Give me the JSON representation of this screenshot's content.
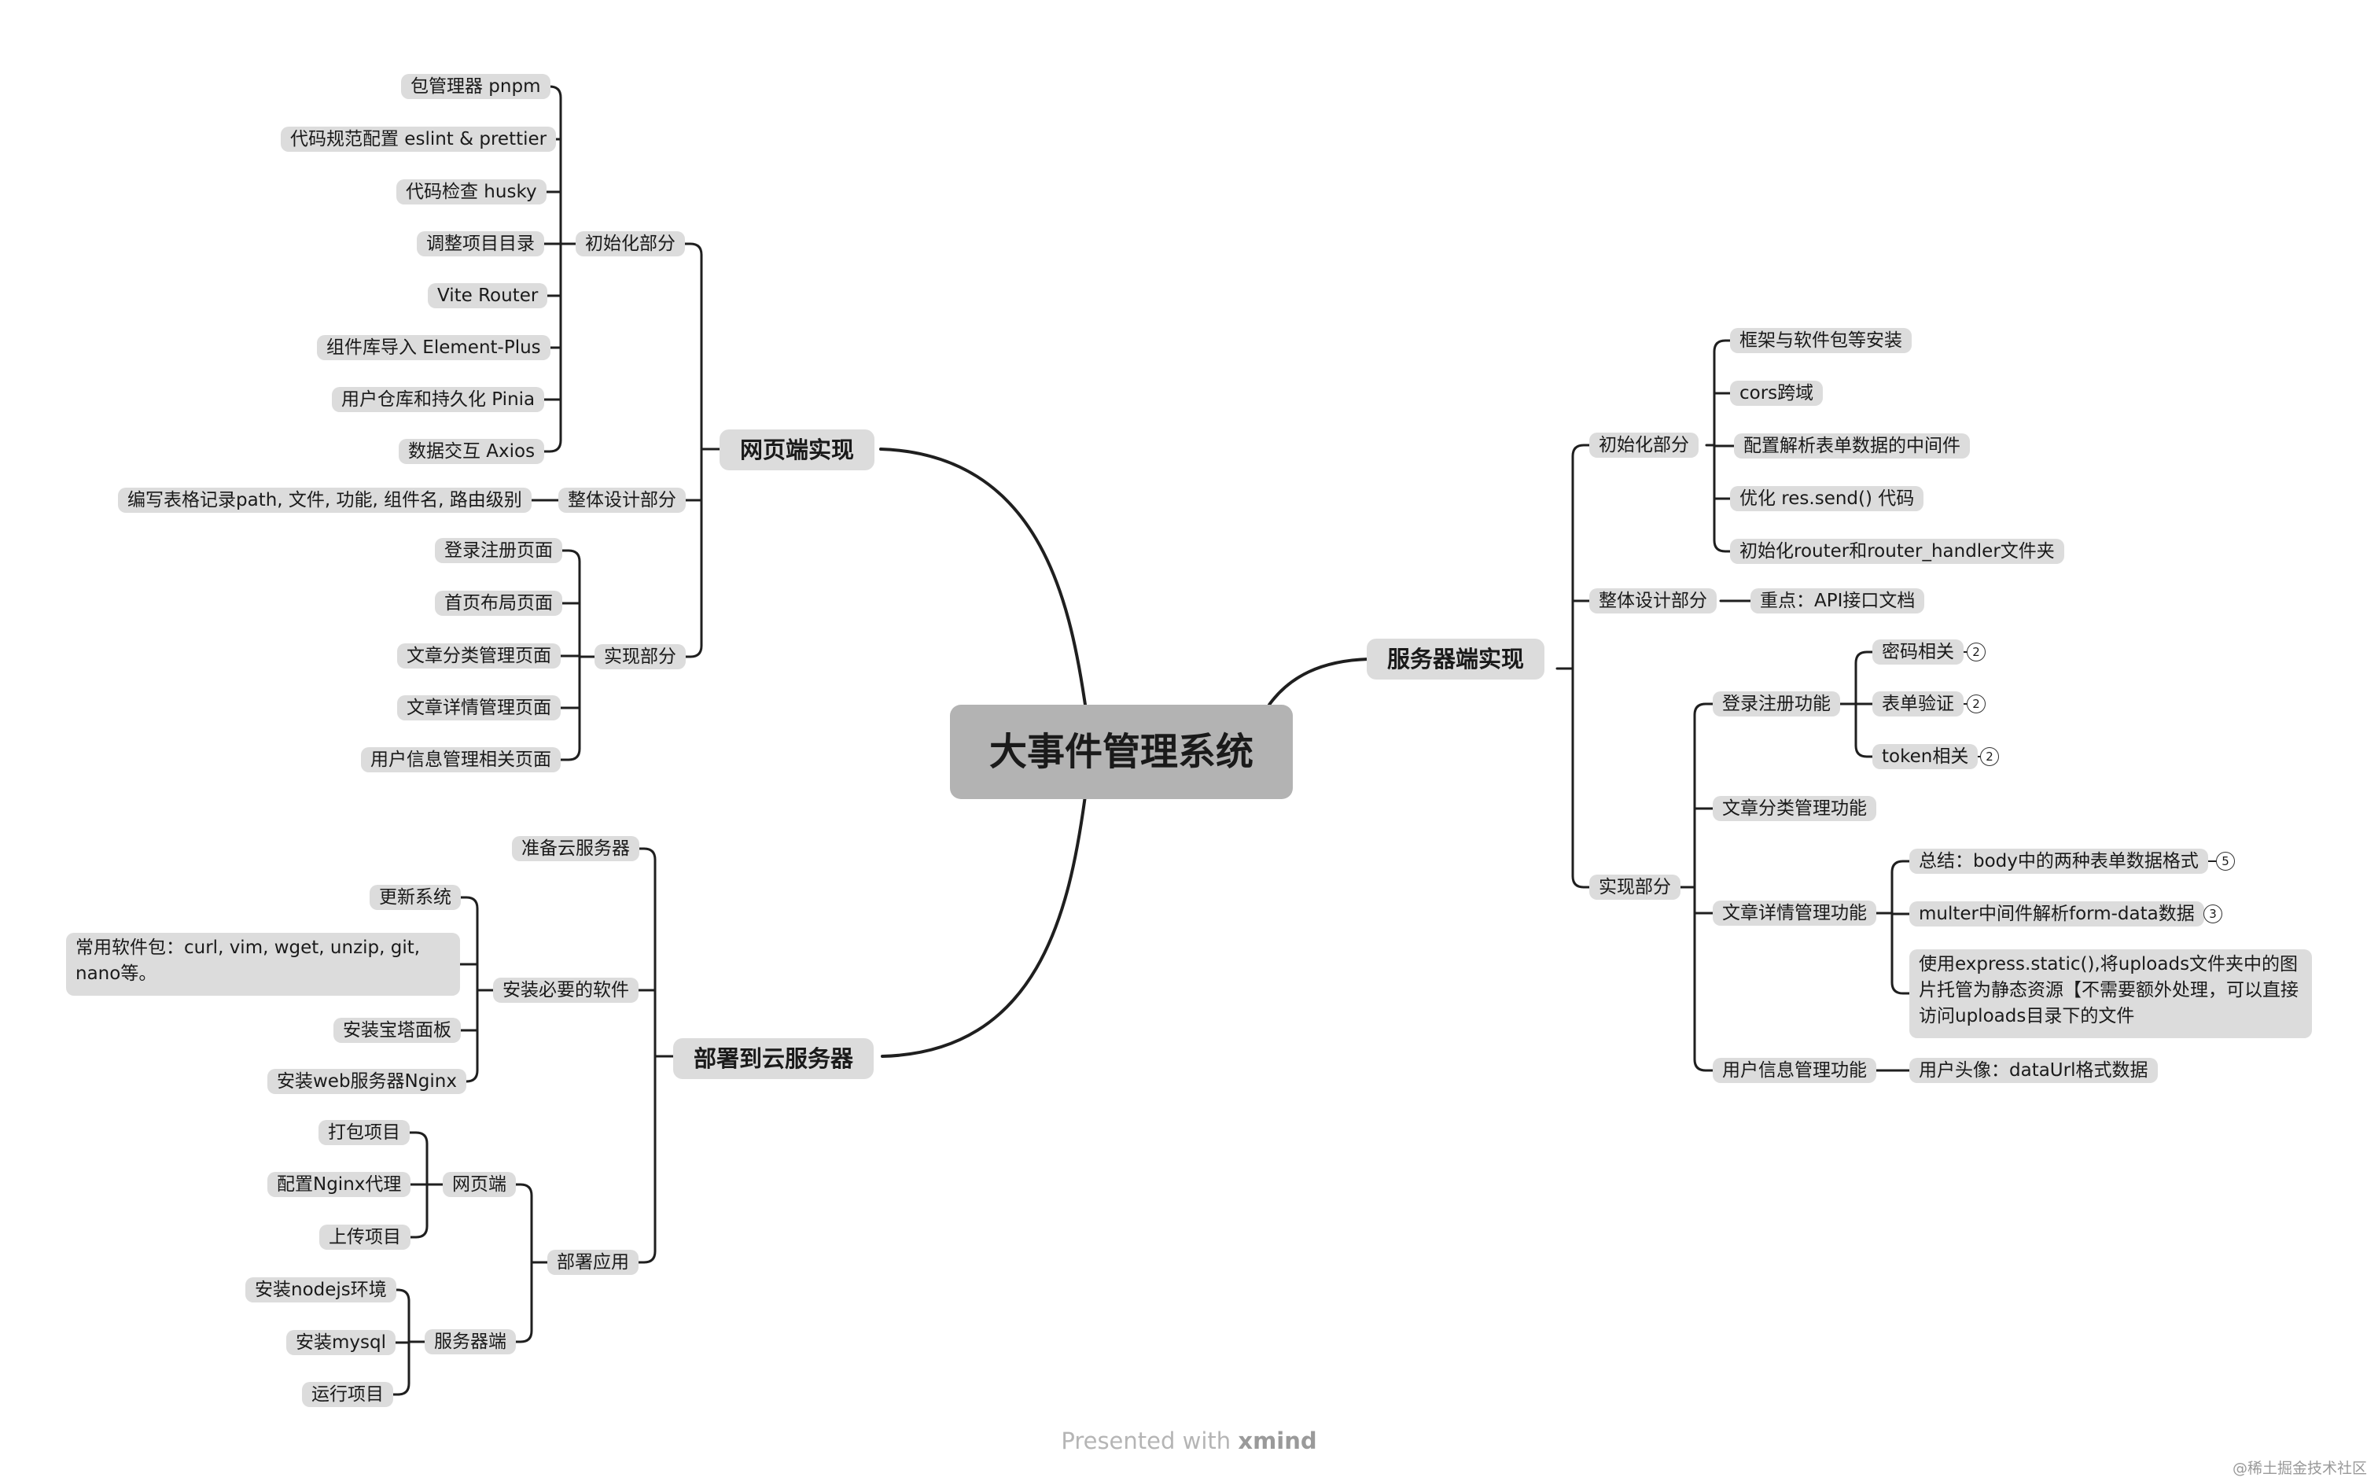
{
  "root": "大事件管理系统",
  "web": {
    "title": "网页端实现",
    "init": {
      "label": "初始化部分",
      "items": [
        "包管理器 pnpm",
        "代码规范配置 eslint & prettier",
        "代码检查 husky",
        "调整项目目录",
        "Vite Router",
        "组件库导入 Element-Plus",
        "用户仓库和持久化 Pinia",
        "数据交互 Axios"
      ]
    },
    "design": {
      "label": "整体设计部分",
      "items": [
        "编写表格记录path, 文件, 功能, 组件名, 路由级别"
      ]
    },
    "impl": {
      "label": "实现部分",
      "items": [
        "登录注册页面",
        "首页布局页面",
        "文章分类管理页面",
        "文章详情管理页面",
        "用户信息管理相关页面"
      ]
    }
  },
  "deploy": {
    "title": "部署到云服务器",
    "prepare": "准备云服务器",
    "software": {
      "label": "安装必要的软件",
      "items": [
        "更新系统",
        "常用软件包：curl, vim, wget, unzip, git, nano等。",
        "安装宝塔面板",
        "安装web服务器Nginx"
      ]
    },
    "app": {
      "label": "部署应用",
      "web": {
        "label": "网页端",
        "items": [
          "打包项目",
          "配置Nginx代理",
          "上传项目"
        ]
      },
      "server": {
        "label": "服务器端",
        "items": [
          "安装nodejs环境",
          "安装mysql",
          "运行项目"
        ]
      }
    }
  },
  "server": {
    "title": "服务器端实现",
    "init": {
      "label": "初始化部分",
      "items": [
        "框架与软件包等安装",
        "cors跨域",
        "配置解析表单数据的中间件",
        "优化 res.send() 代码",
        "初始化router和router_handler文件夹"
      ]
    },
    "design": {
      "label": "整体设计部分",
      "items": [
        "重点：API接口文档"
      ]
    },
    "impl": {
      "label": "实现部分",
      "login": {
        "label": "登录注册功能",
        "items": [
          "密码相关",
          "表单验证",
          "token相关"
        ],
        "badges": [
          "2",
          "2",
          "2"
        ]
      },
      "category": {
        "label": "文章分类管理功能"
      },
      "detail": {
        "label": "文章详情管理功能",
        "items": [
          "总结：body中的两种表单数据格式",
          "multer中间件解析form-data数据",
          "使用express.static(),将uploads文件夹中的图片托管为静态资源【不需要额外处理，可以直接访问uploads目录下的文件"
        ],
        "badges": [
          "5",
          "3"
        ]
      },
      "user": {
        "label": "用户信息管理功能",
        "items": [
          "用户头像：dataUrl格式数据"
        ]
      }
    }
  },
  "footer": {
    "prefix": "Presented with",
    "brand": "xmind"
  },
  "watermark": "@稀土掘金技术社区"
}
